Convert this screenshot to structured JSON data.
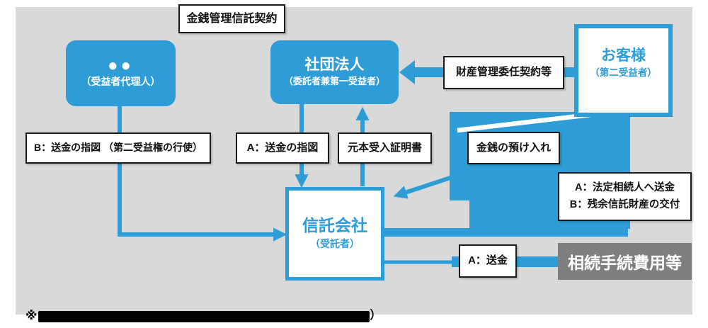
{
  "diagram": {
    "contract_label": "金銭管理信託契約",
    "agent": {
      "title": "●●",
      "subtitle": "（受益者代理人）"
    },
    "association": {
      "title": "社団法人",
      "subtitle": "（委託者兼第一受益者）"
    },
    "customer": {
      "title": "お客様",
      "subtitle": "（第二受益者）"
    },
    "trust_company": {
      "title": "信託会社",
      "subtitle": "（受託者）"
    },
    "expenses_box": "相続手続費用等",
    "labels": {
      "b_instruction": "B：送金の指図 （第二受益権の行使）",
      "a_instruction": "A：送金の指図",
      "principal_receipt": "元本受入証明書",
      "property_delegation": "財産管理委任契約等",
      "money_deposit": "金銭の預け入れ",
      "ab_line1": "A：法定相続人へ送金",
      "ab_line2": "B：残余信託財産の交付",
      "a_remittance": "A：送金"
    },
    "note": {
      "prefix": "※",
      "suffix": "）"
    }
  },
  "colors": {
    "accent_blue": "#2d9cd7",
    "background_gray": "#d9d9d9",
    "expenses_gray": "#7f7f7f"
  }
}
